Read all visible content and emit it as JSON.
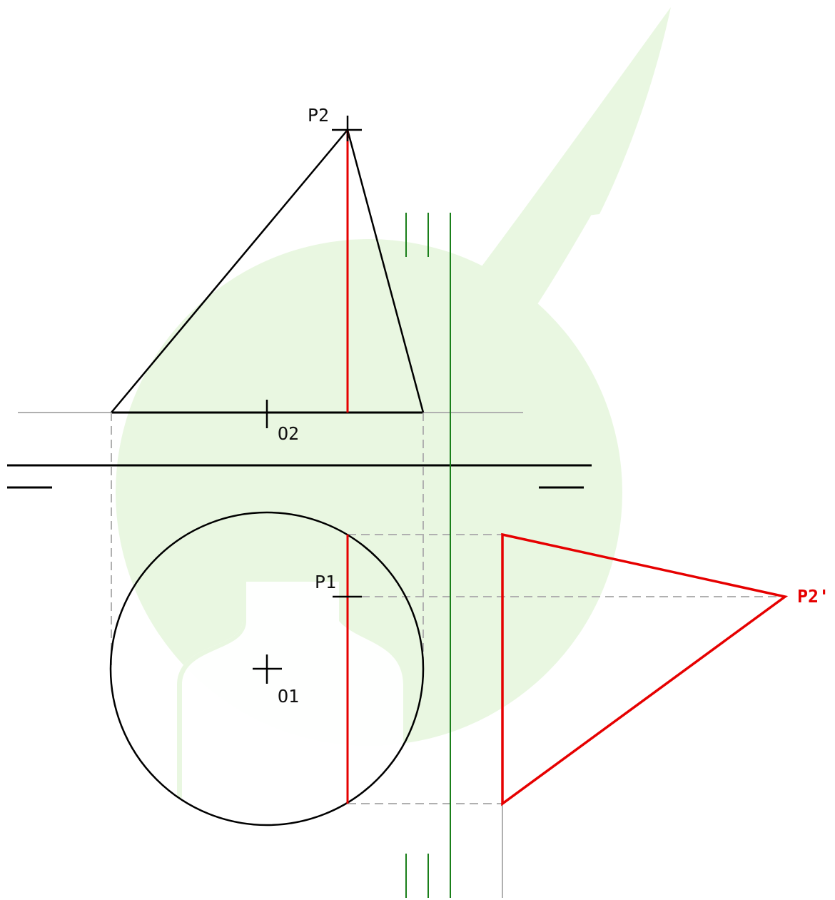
{
  "labels": {
    "p2": "P2",
    "o2": "O2",
    "p1": "P1",
    "o1": "O1",
    "p2_prime": "P2'"
  },
  "colors": {
    "watermark": "#e9f7e1",
    "outline": "#000000",
    "true_length": "#e60000",
    "projection_line": "#b0b0b0",
    "axis_marker": "#1a7f1a"
  },
  "icons": {
    "watermark": "leaf-watermark-logo"
  }
}
